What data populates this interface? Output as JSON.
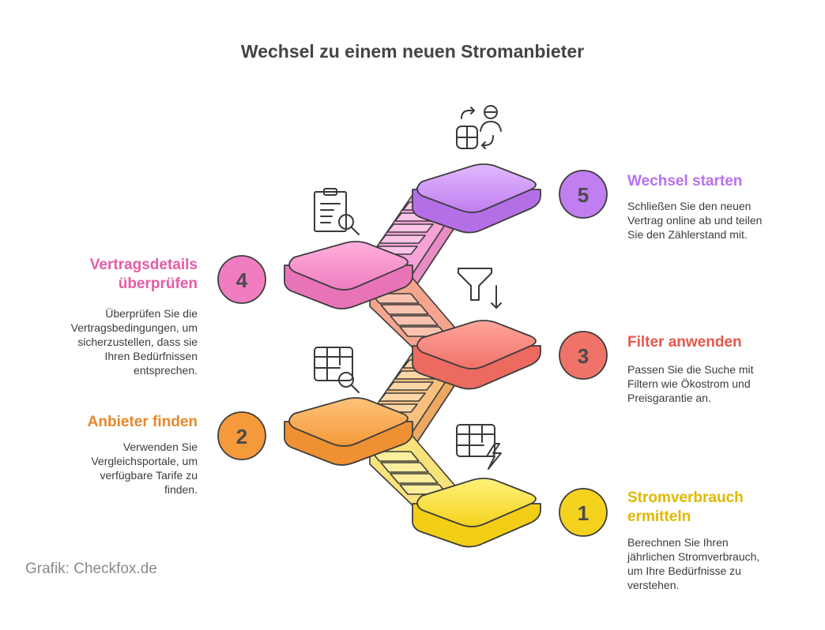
{
  "title": "Wechsel zu einem neuen Stromanbieter",
  "credit": "Grafik: Checkfox.de",
  "steps": [
    {
      "number": "1",
      "title": "Stromverbrauch ermitteln",
      "description": "Berechnen Sie Ihren jährlichen Stromverbrauch, um Ihre Bedürfnisse zu verstehen.",
      "icon": "table-lightning-icon",
      "color": "#f5d21e"
    },
    {
      "number": "2",
      "title": "Anbieter finden",
      "description": "Verwenden Sie Vergleichsportale, um verfügbare Tarife zu finden.",
      "icon": "table-search-icon",
      "color": "#f59a3a"
    },
    {
      "number": "3",
      "title": "Filter anwenden",
      "description": "Passen Sie die Suche mit Filtern wie Ökostrom und Preisgarantie an.",
      "icon": "filter-arrow-icon",
      "color": "#f0736a"
    },
    {
      "number": "4",
      "title": "Vertragsdetails überprüfen",
      "description": "Überprüfen Sie die Vertragsbedingungen, um sicherzustellen, dass sie Ihren Bedürfnissen entsprechen.",
      "icon": "clipboard-search-icon",
      "color": "#f07dc0"
    },
    {
      "number": "5",
      "title": "Wechsel starten",
      "description": "Schließen Sie den neuen Vertrag online ab und teilen Sie den Zählerstand mit.",
      "icon": "switch-exchange-icon",
      "color": "#c07ef0"
    }
  ],
  "title_colors": [
    "#e0b800",
    "#e8862a",
    "#e8564a",
    "#e65aa8",
    "#b870f0"
  ]
}
